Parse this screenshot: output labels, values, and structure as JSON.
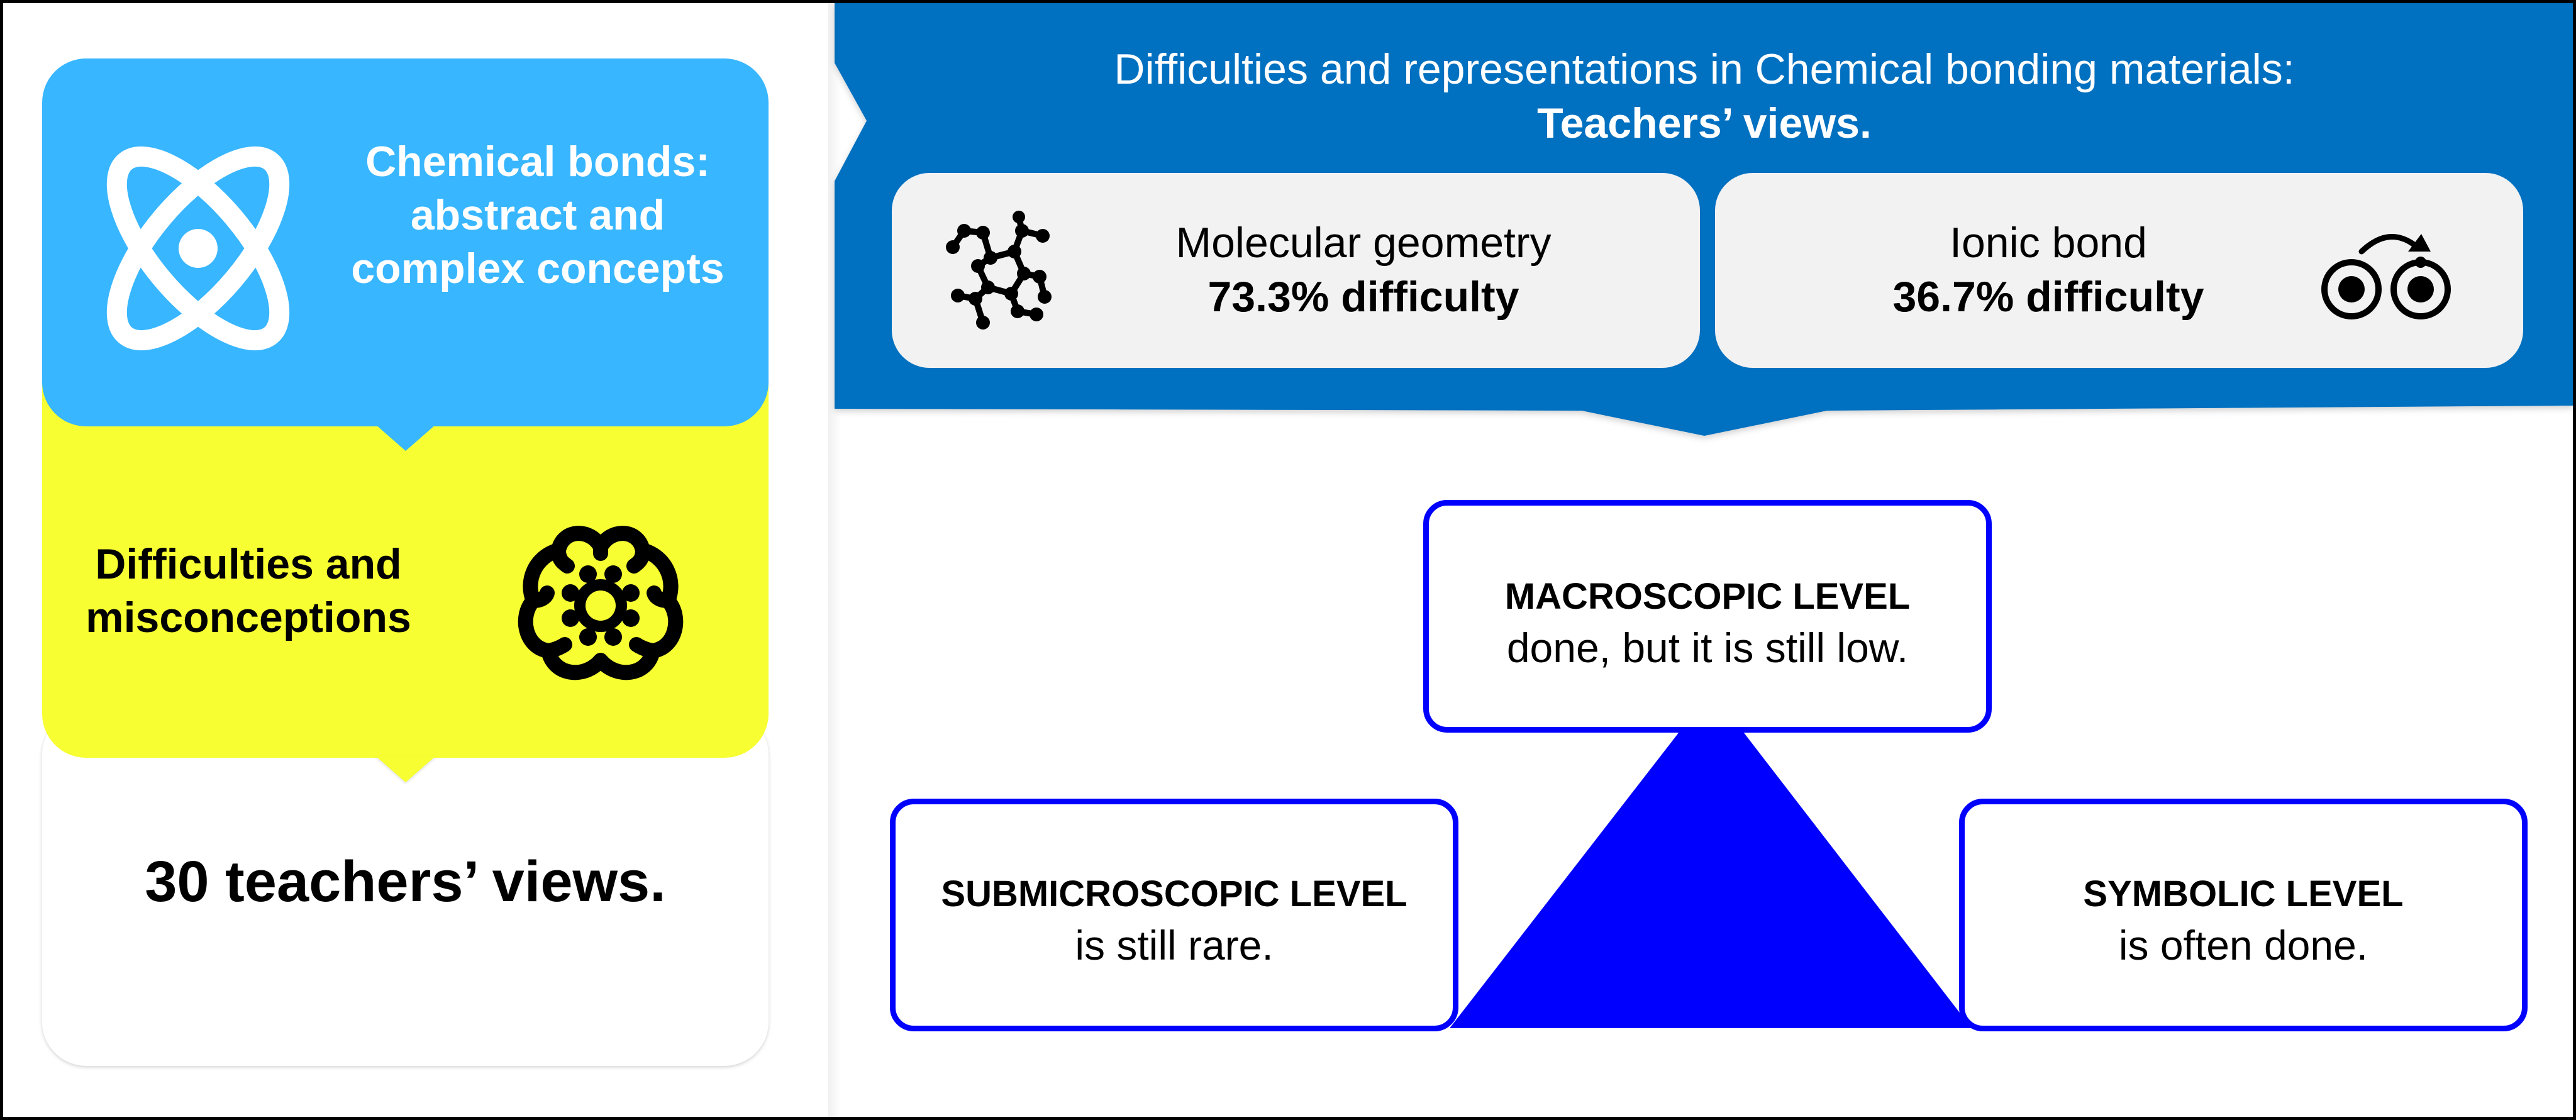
{
  "header": {
    "title_line1": "Difficulties and representations in Chemical bonding materials:",
    "title_line2": "Teachers’ views."
  },
  "left_panel": {
    "card_concepts": {
      "icon": "atom-icon",
      "text": "Chemical bonds: abstract and complex concepts"
    },
    "card_difficulties": {
      "icon": "brain-gear-icon",
      "text": "Difficulties and misconceptions"
    },
    "card_sample": {
      "text": "30 teachers’ views."
    }
  },
  "difficulty_cards": [
    {
      "icon": "molecule-icon",
      "topic": "Molecular geometry",
      "difficulty": "73.3% difficulty"
    },
    {
      "icon": "ionic-bond-icon",
      "topic": "Ionic bond",
      "difficulty": "36.7% difficulty"
    }
  ],
  "representation_levels": {
    "macroscopic": {
      "title": "MACROSCOPIC LEVEL",
      "desc": "done, but it is still low."
    },
    "submicroscopic": {
      "title": "SUBMICROSCOPIC LEVEL",
      "desc": "is still rare."
    },
    "symbolic": {
      "title": "SYMBOLIC LEVEL",
      "desc": "is often done."
    }
  },
  "colors": {
    "header_blue": "#0070c0",
    "card_blue": "#38b6ff",
    "card_yellow": "#f7ff33",
    "level_blue": "#0000ff",
    "gray_card": "#f2f2f2"
  }
}
